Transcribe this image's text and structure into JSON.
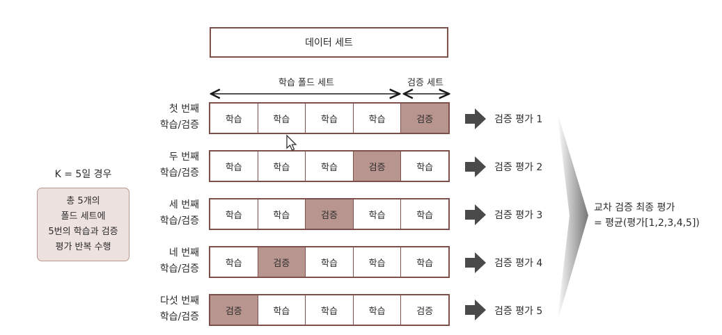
{
  "dataset": {
    "label": "데이터 세트"
  },
  "spans": {
    "train": "학습 폴드 세트",
    "validation": "검증 세트"
  },
  "k_label": "K = 5일 경우",
  "note_lines": [
    "총 5개의",
    "폴드 세트에",
    "5번의 학습과 검증",
    "평가 반복 수행"
  ],
  "rows": [
    {
      "label_line1": "첫 번째",
      "label_line2": "학습/검증",
      "cells": [
        "학습",
        "학습",
        "학습",
        "학습",
        "검증"
      ],
      "validation_index": 4,
      "result": "검증 평가 1"
    },
    {
      "label_line1": "두 번째",
      "label_line2": "학습/검증",
      "cells": [
        "학습",
        "학습",
        "학습",
        "검증",
        "학습"
      ],
      "validation_index": 3,
      "result": "검증 평가 2"
    },
    {
      "label_line1": "세 번째",
      "label_line2": "학습/검증",
      "cells": [
        "학습",
        "학습",
        "검증",
        "학습",
        "학습"
      ],
      "validation_index": 2,
      "result": "검증 평가 3"
    },
    {
      "label_line1": "네 번째",
      "label_line2": "학습/검증",
      "cells": [
        "학습",
        "검증",
        "학습",
        "학습",
        "학습"
      ],
      "validation_index": 1,
      "result": "검증 평가 4"
    },
    {
      "label_line1": "다섯 번째",
      "label_line2": "학습/검증",
      "cells": [
        "검증",
        "학습",
        "학습",
        "학습",
        "검증"
      ],
      "validation_index": 0,
      "result": "검증 평가 5"
    }
  ],
  "final": {
    "line1": "교차 검증 최종 평가",
    "line2": "= 평균(평가[1,2,3,4,5])"
  },
  "colors": {
    "border": "#7d4f4a",
    "validation_fill": "#b8968f",
    "note_fill": "#ede2df",
    "arrow": "#4a4a4a",
    "funnel": "#6b6b6b"
  }
}
